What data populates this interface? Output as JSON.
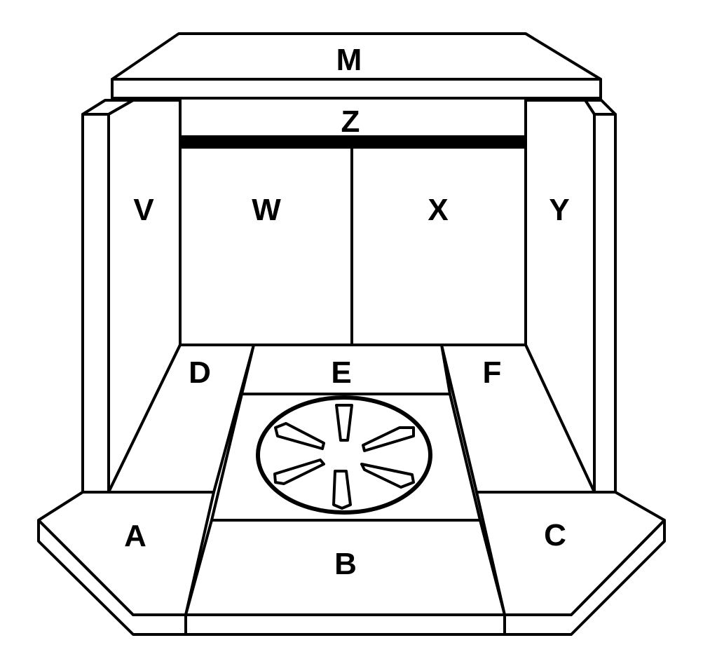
{
  "diagram": {
    "highlight_color": "#ff0000",
    "labels": {
      "M": "M",
      "Z": "Z",
      "V": "V",
      "W": "W",
      "X": "X",
      "Y": "Y",
      "D": "D",
      "E": "E",
      "F": "F",
      "A": "A",
      "B": "B",
      "C": "C"
    },
    "highlighted_panel": "X"
  }
}
